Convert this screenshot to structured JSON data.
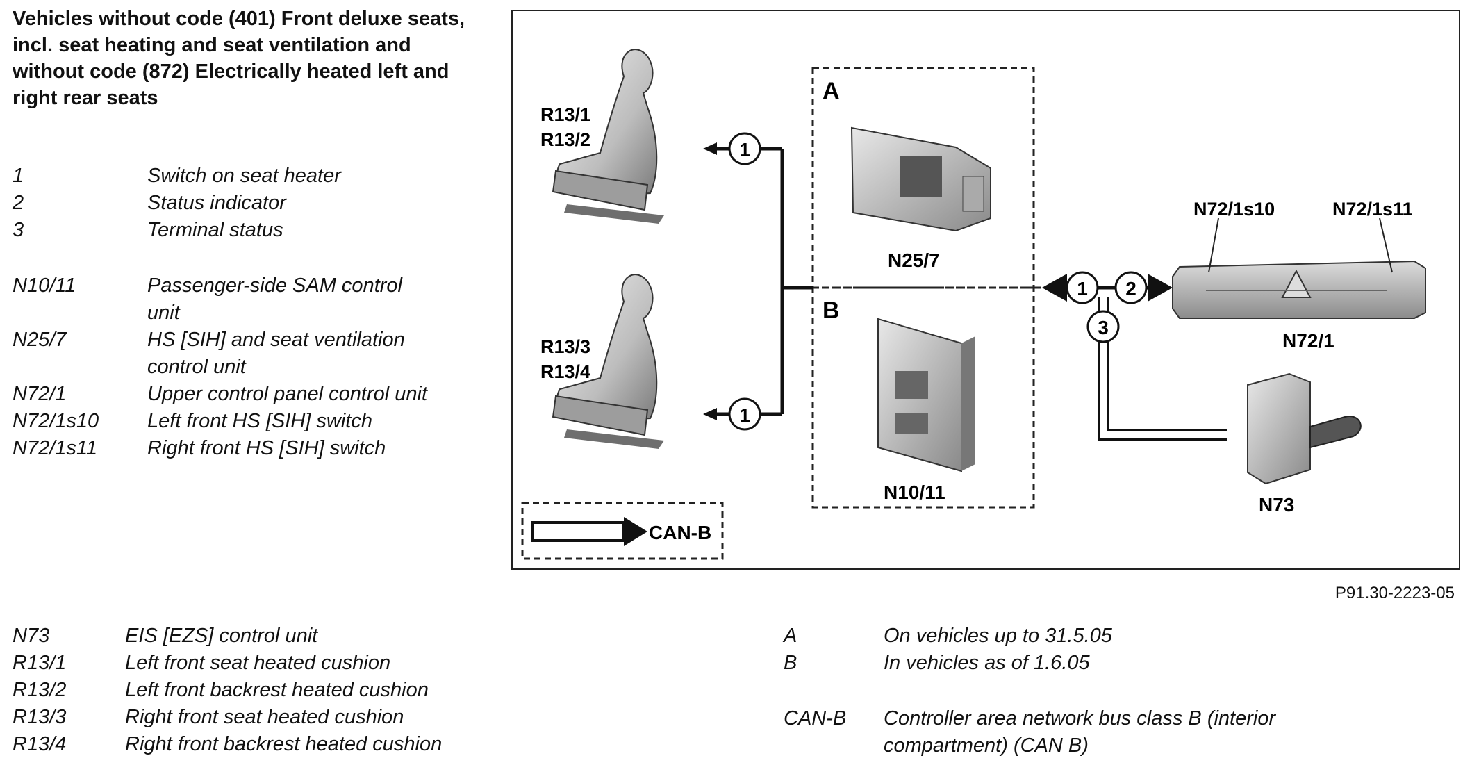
{
  "title": "Vehicles without code (401) Front deluxe seats, incl. seat heating and seat ventilation and without code (872) Electrically heated left and right rear seats",
  "legend_signals": [
    {
      "code": "1",
      "desc": "Switch on seat heater"
    },
    {
      "code": "2",
      "desc": "Status indicator"
    },
    {
      "code": "3",
      "desc": "Terminal status"
    }
  ],
  "legend_units": [
    {
      "code": "N10/11",
      "desc": "Passenger-side SAM control unit"
    },
    {
      "code": "N25/7",
      "desc": "HS [SIH] and seat ventilation control unit"
    },
    {
      "code": "N72/1",
      "desc": "Upper control panel control unit"
    },
    {
      "code": "N72/1s10",
      "desc": "Left front HS [SIH] switch"
    },
    {
      "code": "N72/1s11",
      "desc": "Right front HS [SIH] switch"
    }
  ],
  "legend_components": [
    {
      "code": "N73",
      "desc": "EIS [EZS] control unit"
    },
    {
      "code": "R13/1",
      "desc": "Left front seat heated cushion"
    },
    {
      "code": "R13/2",
      "desc": "Left front backrest heated cushion"
    },
    {
      "code": "R13/3",
      "desc": "Right front seat heated cushion"
    },
    {
      "code": "R13/4",
      "desc": "Right front backrest heated cushion"
    }
  ],
  "legend_variants": [
    {
      "code": "A",
      "desc": "On vehicles up to 31.5.05"
    },
    {
      "code": "B",
      "desc": "In vehicles as of 1.6.05"
    }
  ],
  "legend_bus": [
    {
      "code": "CAN-B",
      "desc": "Controller area network bus class B (interior compartment) (CAN B)"
    }
  ],
  "figure_ref": "P91.30-2223-05",
  "diagram": {
    "seat_top_labels": [
      "R13/1",
      "R13/2"
    ],
    "seat_bottom_labels": [
      "R13/3",
      "R13/4"
    ],
    "box_a_letter": "A",
    "box_b_letter": "B",
    "n25_label": "N25/7",
    "n10_label": "N10/11",
    "panel_label": "N72/1",
    "switch_left_label": "N72/1s10",
    "switch_right_label": "N72/1s11",
    "n73_label": "N73",
    "can_key": "CAN-B",
    "signal_1": "1",
    "signal_2": "2",
    "signal_3": "3"
  }
}
